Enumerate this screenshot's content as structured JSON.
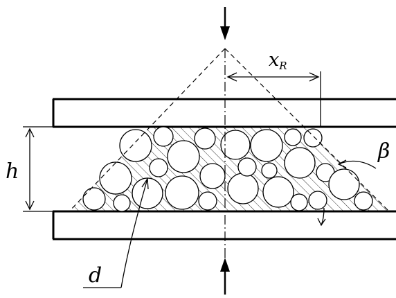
{
  "labels": {
    "h": "h",
    "d": "d",
    "x": "x",
    "x_sub": "R",
    "beta": "β"
  },
  "colors": {
    "ink": "#000000",
    "paper": "#ffffff"
  }
}
